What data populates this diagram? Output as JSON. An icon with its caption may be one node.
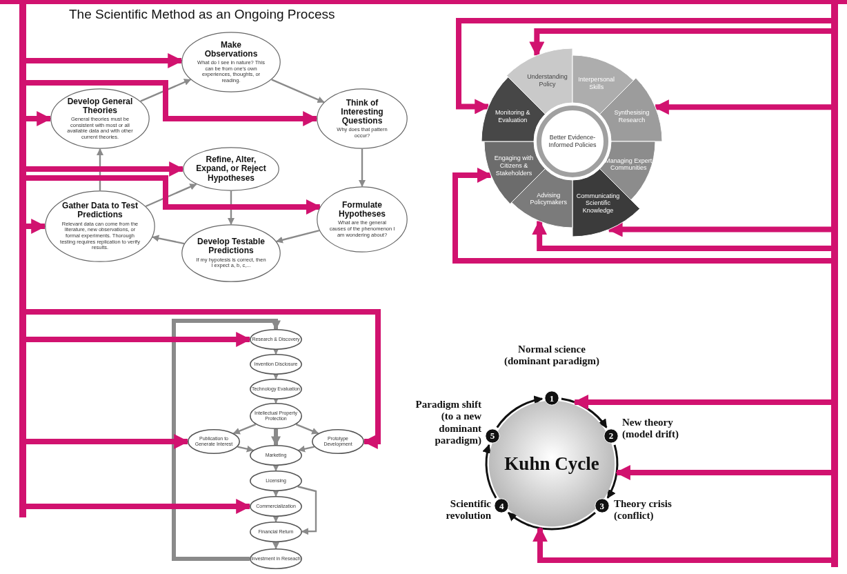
{
  "diagram": {
    "nodes": [
      {
        "text": [
          "Make Observations",
          "What do I see in nature? This can be from one's own experiences, thoughts, or reading."
        ]
      },
      {
        "text": [
          "Develop General Theories",
          "General theories must be consistent with most or all available data and with other current theories."
        ]
      },
      {
        "text": [
          "Think of Interesting Questions",
          "Why does that pattern occur?"
        ]
      },
      {
        "text": [
          "Refine, Alter, Expand, or Reject Hypotheses"
        ]
      },
      {
        "text": [
          "Gather Data to Test Predictions",
          "Relevant data can come from the literature, new observations, or formal experiments. Thorough testing requires replication to verify results."
        ]
      },
      {
        "text": [
          "Formulate Hypotheses",
          "What are the general causes of the phenomenon I am wondering about?"
        ]
      },
      {
        "text": [
          "Develop Testable Predictions",
          "If my hypotesis is correct, then I expect a, b, c,..."
        ]
      },
      {
        "text": [
          "Better Evidence-Informed Policies"
        ]
      },
      {
        "text": [
          "Understanding Policy"
        ]
      },
      {
        "text": [
          "Interpersonal Skills"
        ]
      },
      {
        "text": [
          "Synthesising Research"
        ]
      },
      {
        "text": [
          "Managing Expert Communities"
        ]
      },
      {
        "text": [
          "Communicating Scientific Knowledge"
        ]
      },
      {
        "text": [
          "Advising Policymakers"
        ]
      },
      {
        "text": [
          "Engaging with Citizens & Stakeholders"
        ]
      },
      {
        "text": [
          "Monitoring & Evaluation"
        ]
      },
      {
        "text": [
          "Research & Discovery"
        ]
      },
      {
        "text": [
          "Invention Disclosure"
        ]
      },
      {
        "text": [
          "Technology Evaluation"
        ]
      },
      {
        "text": [
          "Intellectual Property Protection"
        ]
      },
      {
        "text": [
          "Publication to Generate Interest"
        ]
      },
      {
        "text": [
          "Prototype Development"
        ]
      },
      {
        "text": [
          "Marketing"
        ]
      },
      {
        "text": [
          "Licensing"
        ]
      },
      {
        "text": [
          "Commercialization"
        ]
      },
      {
        "text": [
          "Financial Return"
        ]
      },
      {
        "text": [
          "Investment in Reseach"
        ]
      },
      {
        "text": [
          "Kuhn Cycle"
        ]
      },
      {
        "text": [
          "1"
        ],
        "beside": [
          "Normal science (dominant paradigm)"
        ]
      },
      {
        "text": [
          "2"
        ],
        "beside": [
          "New theory (model drift)"
        ]
      },
      {
        "text": [
          "3"
        ],
        "beside": [
          "Theory crisis (conflict)"
        ]
      },
      {
        "text": [
          "4"
        ],
        "beside": [
          "Scientific revolution"
        ]
      },
      {
        "text": [
          "5"
        ],
        "beside": [
          "Paradigm shift (to a new dominant paradigm)"
        ]
      }
    ],
    "edges": [
      {
        "from": 1,
        "to": 0,
        "arrow": "to"
      },
      {
        "from": 0,
        "to": 2,
        "arrow": "to"
      },
      {
        "from": 2,
        "to": 5,
        "arrow": "to"
      },
      {
        "from": 5,
        "to": 6,
        "arrow": "to"
      },
      {
        "from": 6,
        "to": 4,
        "arrow": "to"
      },
      {
        "from": 4,
        "to": 1,
        "arrow": "to"
      },
      {
        "from": 4,
        "to": 3,
        "arrow": "to"
      },
      {
        "from": 3,
        "to": 6,
        "arrow": "to"
      },
      {
        "from": 16,
        "to": 17,
        "arrow": "to"
      },
      {
        "from": 17,
        "to": 18,
        "arrow": "to"
      },
      {
        "from": 18,
        "to": 19,
        "arrow": "to"
      },
      {
        "from": 19,
        "to": 20,
        "arrow": "to"
      },
      {
        "from": 19,
        "to": 21,
        "arrow": "to"
      },
      {
        "from": 19,
        "to": 22,
        "arrow": "to",
        "style": "thick"
      },
      {
        "from": 20,
        "to": 22,
        "arrow": "to"
      },
      {
        "from": 21,
        "to": 22,
        "arrow": "to"
      },
      {
        "from": 22,
        "to": 23,
        "arrow": "to"
      },
      {
        "from": 23,
        "to": 24,
        "arrow": "to"
      },
      {
        "from": 23,
        "to": 25,
        "arrow": "to"
      },
      {
        "from": 24,
        "to": 25,
        "arrow": "to"
      },
      {
        "from": 25,
        "to": 26,
        "arrow": "to"
      },
      {
        "from": 26,
        "to": 16,
        "arrow": "to",
        "style": "thick"
      },
      {
        "from": 28,
        "to": 29,
        "arrow": "to",
        "color": "#111111"
      },
      {
        "from": 29,
        "to": 30,
        "arrow": "to",
        "color": "#111111"
      },
      {
        "from": 30,
        "to": 31,
        "arrow": "to",
        "color": "#111111"
      },
      {
        "from": 31,
        "to": 32,
        "arrow": "to",
        "color": "#111111"
      },
      {
        "from": 32,
        "to": 28,
        "arrow": "to",
        "color": "#111111"
      },
      {
        "from": null,
        "to": 0,
        "arrow": "to",
        "style": "thick",
        "color": "#d1126f"
      },
      {
        "from": null,
        "to": 1,
        "arrow": "to",
        "style": "thick",
        "color": "#d1126f"
      },
      {
        "from": null,
        "to": 2,
        "arrow": "to",
        "style": "thick",
        "color": "#d1126f"
      },
      {
        "from": null,
        "to": 3,
        "arrow": "to",
        "style": "thick",
        "color": "#d1126f"
      },
      {
        "from": null,
        "to": 5,
        "arrow": "to",
        "style": "thick",
        "color": "#d1126f"
      },
      {
        "from": null,
        "to": 4,
        "arrow": "to",
        "style": "thick",
        "color": "#d1126f"
      },
      {
        "from": null,
        "to": 16,
        "arrow": "to",
        "style": "thick",
        "color": "#d1126f"
      },
      {
        "from": null,
        "to": 20,
        "arrow": "to",
        "style": "thick",
        "color": "#d1126f"
      },
      {
        "from": null,
        "to": 21,
        "arrow": "to",
        "style": "thick",
        "color": "#d1126f"
      },
      {
        "from": null,
        "to": 24,
        "arrow": "to",
        "style": "thick",
        "color": "#d1126f"
      },
      {
        "from": null,
        "to": 8,
        "arrow": "to",
        "style": "thick",
        "color": "#d1126f"
      },
      {
        "from": null,
        "to": 10,
        "arrow": "to",
        "style": "thick",
        "color": "#d1126f"
      },
      {
        "from": null,
        "to": 15,
        "arrow": "to",
        "style": "thick",
        "color": "#d1126f"
      },
      {
        "from": null,
        "to": 14,
        "arrow": "to",
        "style": "thick",
        "color": "#d1126f"
      },
      {
        "from": null,
        "to": 13,
        "arrow": "to",
        "style": "thick",
        "color": "#d1126f"
      },
      {
        "from": null,
        "to": 12,
        "arrow": "to",
        "style": "thick",
        "color": "#d1126f"
      },
      {
        "from": null,
        "to": 27,
        "arrow": "to",
        "style": "thick",
        "color": "#d1126f"
      },
      {
        "from": null,
        "to": 27,
        "arrow": "to",
        "style": "thick",
        "color": "#d1126f"
      },
      {
        "from": null,
        "to": 27,
        "arrow": "to",
        "style": "thick",
        "color": "#d1126f"
      }
    ],
    "labels": [
      "The Scientific Method as an Ongoing Process"
    ]
  }
}
